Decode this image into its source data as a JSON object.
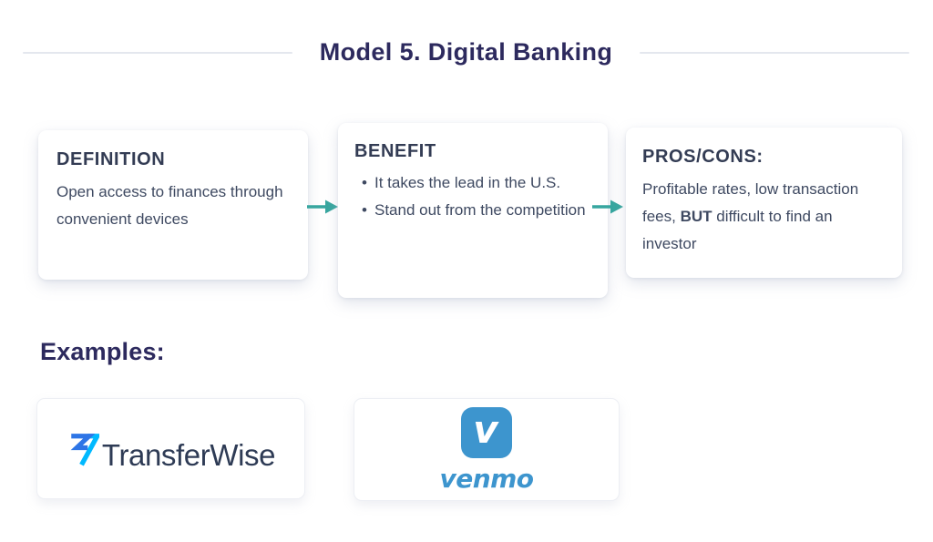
{
  "header": {
    "title": "Model 5. Digital Banking"
  },
  "flow": {
    "cards": [
      {
        "heading": "DEFINITION",
        "body": "Open access to finances through convenient devices"
      },
      {
        "heading": "BENEFIT",
        "bullets": [
          "It takes the lead in the U.S.",
          "Stand out from the competition"
        ]
      },
      {
        "heading": "PROS/CONS:",
        "body_before": "Profitable rates, low transaction fees, ",
        "body_bold": "BUT",
        "body_after": " difficult to find an investor"
      }
    ]
  },
  "examples": {
    "heading": "Examples:",
    "logos": [
      {
        "name": "TransferWise",
        "wordmark": "TransferWise",
        "icon": "fast-flag-icon"
      },
      {
        "name": "Venmo",
        "wordmark": "venmo",
        "icon": "venmo-v-icon",
        "icon_letter": "v"
      }
    ]
  },
  "colors": {
    "title_navy": "#2d2a5e",
    "heading_slate": "#333c54",
    "body_slate": "#3e4961",
    "divider_gray": "#e4e7ee",
    "arrow_teal": "#37a69f",
    "transferwise_royal": "#2e75e6",
    "transferwise_cyan": "#00b9ff",
    "transferwise_navy": "#2e3b55",
    "venmo_blue": "#3d95ce"
  }
}
